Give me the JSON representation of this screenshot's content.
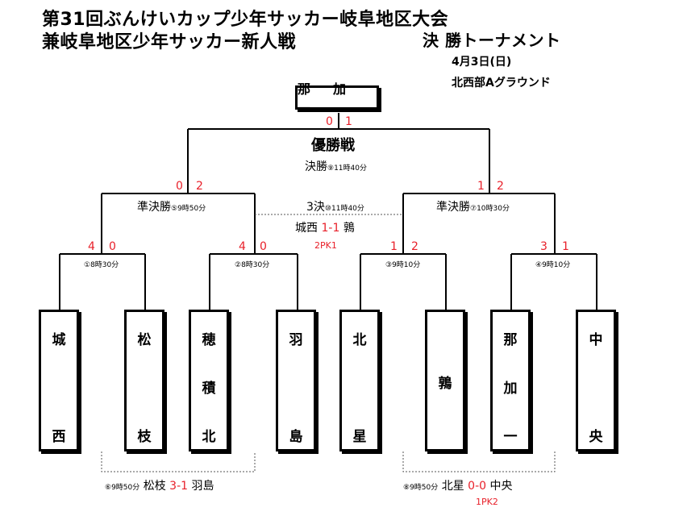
{
  "header": {
    "title_line1": "第31回ぶんけいカップ少年サッカー岐阜地区大会",
    "title_line2": "兼岐阜地区少年サッカー新人戦",
    "subtitle": "決 勝トーナメント",
    "date": "4月3日(日)",
    "venue": "北西部Aグラウンド"
  },
  "champion": "那　加　一",
  "final": {
    "label": "優勝戦",
    "name": "決勝",
    "info": "⑨11時40分",
    "score_left": "0",
    "score_right": "1"
  },
  "semifinals": [
    {
      "name": "準決勝",
      "info": "⑤9時50分",
      "score_left": "0",
      "score_right": "2"
    },
    {
      "name": "準決勝",
      "info": "⑦10時30分",
      "score_left": "1",
      "score_right": "2"
    }
  ],
  "third_place": {
    "name": "3決",
    "info": "⑩11時40分",
    "team_left": "城西",
    "score_left": "1",
    "dash": "-",
    "score_right": "1",
    "team_right": "鶉",
    "pk": "2PK1"
  },
  "first_round": [
    {
      "info": "①8時30分",
      "score_left": "4",
      "score_right": "0"
    },
    {
      "info": "②8時30分",
      "score_left": "4",
      "score_right": "0"
    },
    {
      "info": "③9時10分",
      "score_left": "1",
      "score_right": "2"
    },
    {
      "info": "④9時10分",
      "score_left": "3",
      "score_right": "1"
    }
  ],
  "teams": [
    {
      "chars": [
        "城",
        "西"
      ]
    },
    {
      "chars": [
        "松",
        "枝"
      ]
    },
    {
      "chars": [
        "穂",
        "積",
        "北"
      ]
    },
    {
      "chars": [
        "羽",
        "島"
      ]
    },
    {
      "chars": [
        "北",
        "星"
      ]
    },
    {
      "chars": [
        "鶉"
      ]
    },
    {
      "chars": [
        "那",
        "加",
        "一"
      ]
    },
    {
      "chars": [
        "中",
        "央"
      ]
    }
  ],
  "consolation": [
    {
      "info": "⑥9時50分",
      "team_left": "松枝",
      "score_left": "3",
      "dash": "-",
      "score_right": "1",
      "team_right": "羽島",
      "pk": ""
    },
    {
      "info": "⑧9時50分",
      "team_left": "北星",
      "score_left": "0",
      "dash": "-",
      "score_right": "0",
      "team_right": "中央",
      "pk": "1PK2"
    }
  ],
  "colors": {
    "score": "#e8202a",
    "line": "#000000",
    "dotted": "#555555"
  }
}
